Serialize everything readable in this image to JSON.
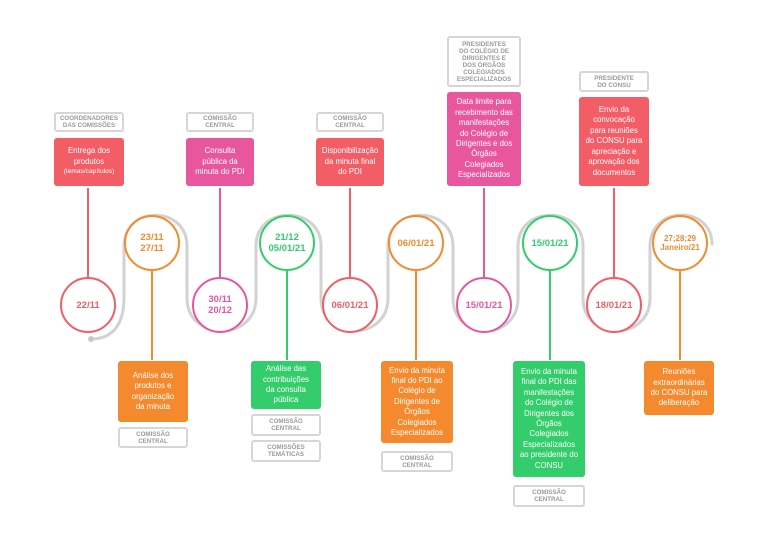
{
  "milestones": [
    {
      "date": "22/11",
      "color": "#f25d66"
    },
    {
      "date": "23/11\n27/11",
      "color": "#f4892d"
    },
    {
      "date": "30/11\n20/12",
      "color": "#e8569e"
    },
    {
      "date": "21/12\n05/01/21",
      "color": "#33cd6b"
    },
    {
      "date": "06/01/21",
      "color": "#f25d66"
    },
    {
      "date": "06/01/21",
      "color": "#f4892d"
    },
    {
      "date": "15/01/21",
      "color": "#e8569e"
    },
    {
      "date": "15/01/21",
      "color": "#33cd6b"
    },
    {
      "date": "18/01/21",
      "color": "#f25d66"
    },
    {
      "date": "27;28;29\nJaneiro/21",
      "color": "#f4892d"
    }
  ],
  "tasks": [
    {
      "text": "Entrega dos\nprodutos",
      "sub": "(temas/capítulos)"
    },
    {
      "text": "Análise dos\nprodutos e\norganização\nda minuta"
    },
    {
      "text": "Consulta\npública da\nminuta do PDI"
    },
    {
      "text": "Análise das\ncontribuições\nda consulta\npública"
    },
    {
      "text": "Disponibilização\nda minuta final\ndo PDI"
    },
    {
      "text": "Envio da minuta\nfinal do PDI ao\nColégio de\nDirigentes de\nÓrgãos\nColegiados\nEspecializados"
    },
    {
      "text": "Data limite para\nrecebimento das\nmanifestações\ndo Colégio de\nDirigentes e dos\nÓrgãos\nColegiados\nEspecializados"
    },
    {
      "text": "Envio da minuta\nfinal do PDI das\nmanifestações\ndo Colégio de\nDirigentes dos\nÓrgãos\nColegiados\nEspecializados\nao presidente do\nCONSU"
    },
    {
      "text": "Envio da\nconvocação\npara reuniões\ndo CONSU para\napreciação e\naprovação dos\ndocumentos"
    },
    {
      "text": "Reuniões\nextraordinárias\ndo CONSU para\ndeliberação"
    }
  ],
  "responsibles": [
    "COORDENADORES\nDAS COMISSÕES",
    "COMISSÃO\nCENTRAL",
    "COMISSÃO\nCENTRAL",
    "COMISSÃO\nCENTRAL",
    "COMISSÕES\nTEMÁTICAS",
    "COMISSÃO\nCENTRAL",
    "COMISSÃO\nCENTRAL",
    "PRESIDENTES\nDO COLÉGIO DE\nDIRIGENTES E\nDOS ÓRGÃOS\nCOLEGIADOS\nESPECIALIZADOS",
    "COMISSÃO\nCENTRAL",
    "PRESIDENTE\nDO CONSU"
  ]
}
